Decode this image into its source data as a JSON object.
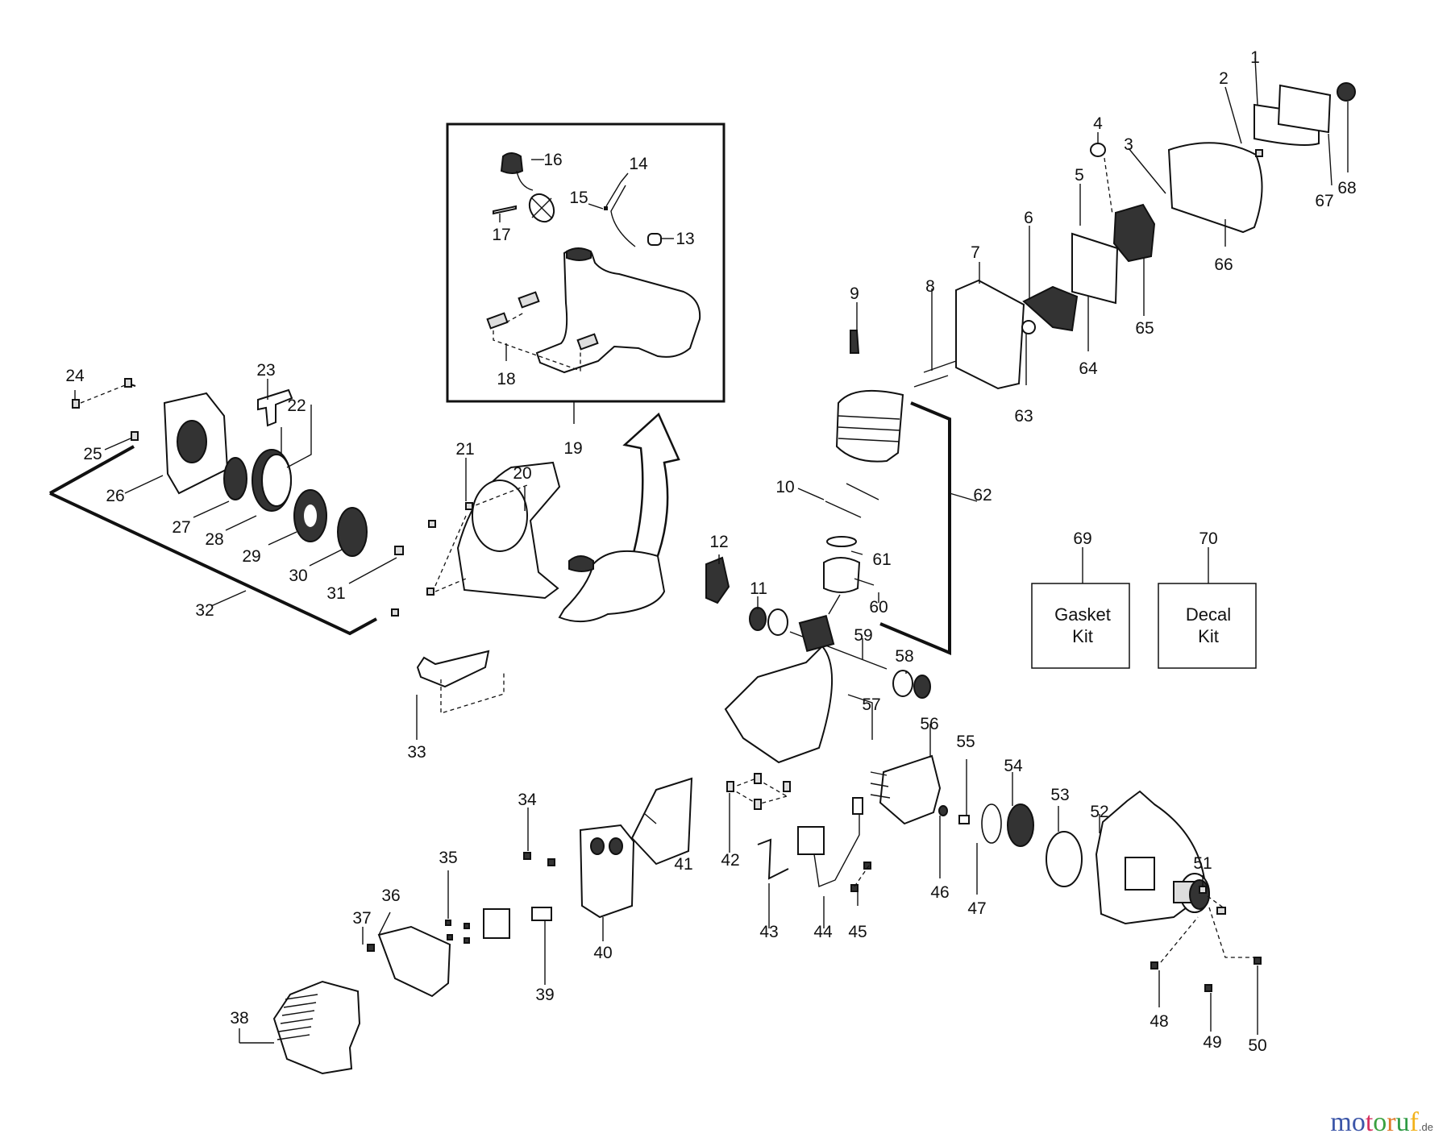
{
  "diagram": {
    "type": "exploded parts diagram",
    "labels": [
      "1",
      "2",
      "3",
      "4",
      "5",
      "6",
      "7",
      "8",
      "9",
      "10",
      "11",
      "12",
      "13",
      "14",
      "15",
      "16",
      "17",
      "18",
      "19",
      "20",
      "21",
      "22",
      "23",
      "24",
      "25",
      "26",
      "27",
      "28",
      "29",
      "30",
      "31",
      "32",
      "33",
      "34",
      "35",
      "36",
      "37",
      "38",
      "39",
      "40",
      "41",
      "42",
      "43",
      "44",
      "45",
      "46",
      "47",
      "48",
      "49",
      "50",
      "51",
      "52",
      "53",
      "54",
      "55",
      "56",
      "57",
      "58",
      "59",
      "60",
      "61",
      "62",
      "63",
      "64",
      "65",
      "66",
      "67",
      "68",
      "69",
      "70"
    ],
    "kits": [
      {
        "number": "69",
        "line1": "Gasket",
        "line2": "Kit"
      },
      {
        "number": "70",
        "line1": "Decal",
        "line2": "Kit"
      }
    ]
  },
  "brand": {
    "letters": [
      "m",
      "o",
      "t",
      "o",
      "r",
      "u",
      "f"
    ],
    "colors": [
      "#3b55a8",
      "#3b55a8",
      "#d6305f",
      "#3aa140",
      "#e07a2a",
      "#2e9a44",
      "#f2b21a"
    ],
    "tld": ".de"
  }
}
